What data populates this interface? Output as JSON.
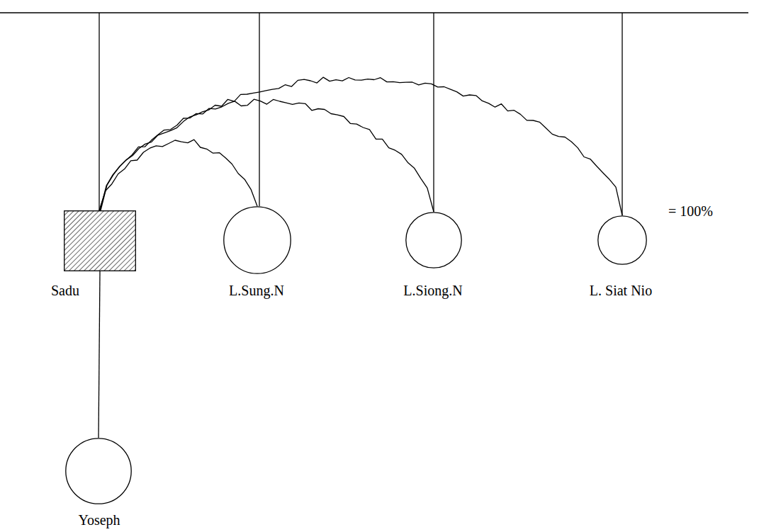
{
  "diagram": {
    "nodes": [
      {
        "text": [
          "Sadu"
        ]
      },
      {
        "text": [
          "L.Sung.N"
        ]
      },
      {
        "text": [
          "L.Siong.N"
        ]
      },
      {
        "text": [
          "L. Siat Nio"
        ]
      },
      {
        "text": [
          "Yoseph"
        ]
      }
    ],
    "edges": [
      {
        "from": 0,
        "to": 1,
        "arrow": "none"
      },
      {
        "from": 0,
        "to": 2,
        "arrow": "none"
      },
      {
        "from": 0,
        "to": 3,
        "arrow": "none"
      },
      {
        "from": 0,
        "to": 4,
        "arrow": "none"
      }
    ],
    "labels": [
      "= 100%"
    ]
  }
}
